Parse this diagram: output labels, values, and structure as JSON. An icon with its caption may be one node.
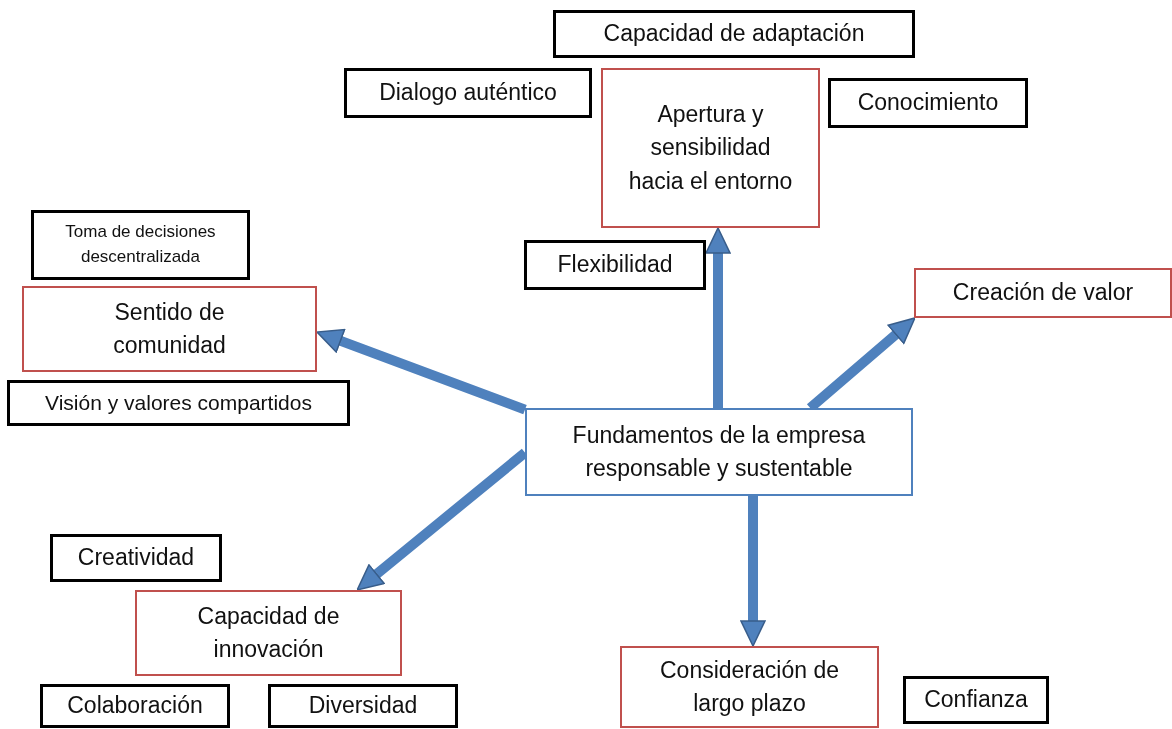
{
  "diagram": {
    "nodes": [
      {
        "text": [
          "Capacidad de adaptación"
        ]
      },
      {
        "text": [
          "Dialogo auténtico"
        ]
      },
      {
        "text": [
          "Apertura y sensibilidad hacia el entorno"
        ]
      },
      {
        "text": [
          "Conocimiento"
        ]
      },
      {
        "text": [
          "Toma de decisiones descentralizada"
        ]
      },
      {
        "text": [
          "Flexibilidad"
        ]
      },
      {
        "text": [
          "Creación de valor"
        ]
      },
      {
        "text": [
          "Sentido de comunidad"
        ]
      },
      {
        "text": [
          "Visión y valores compartidos"
        ]
      },
      {
        "text": [
          "Fundamentos de la empresa responsable y sustentable"
        ]
      },
      {
        "text": [
          "Creatividad"
        ]
      },
      {
        "text": [
          "Capacidad de innovación"
        ]
      },
      {
        "text": [
          "Consideración de largo plazo"
        ]
      },
      {
        "text": [
          "Confianza"
        ]
      },
      {
        "text": [
          "Colaboración"
        ]
      },
      {
        "text": [
          "Diversidad"
        ]
      }
    ],
    "edges": [
      {
        "from": 9,
        "to": 2,
        "arrow": "to"
      },
      {
        "from": 9,
        "to": 6,
        "arrow": "to"
      },
      {
        "from": 9,
        "to": 7,
        "arrow": "to"
      },
      {
        "from": 9,
        "to": 11,
        "arrow": "to"
      },
      {
        "from": 9,
        "to": 12,
        "arrow": "to"
      }
    ]
  }
}
